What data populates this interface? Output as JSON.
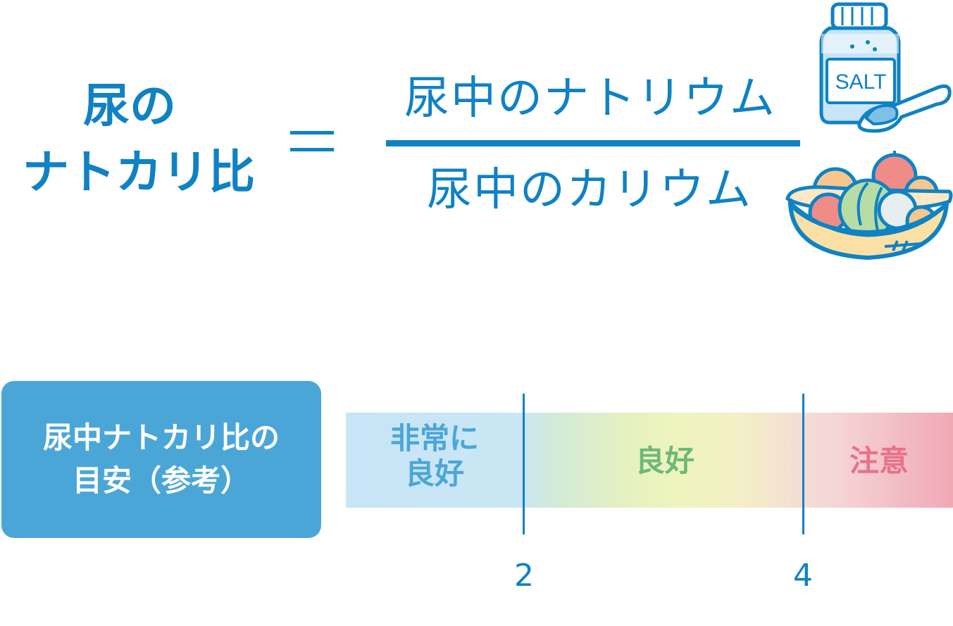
{
  "formula": {
    "lhs_line1": "尿の",
    "lhs_line2": "ナトカリ比",
    "numerator": "尿中のナトリウム",
    "denominator": "尿中のカリウム"
  },
  "salt_label": "SALT",
  "legend": {
    "line1": "尿中ナトカリ比の",
    "line2": "目安（参考）"
  },
  "scale": {
    "zone_very_good_line1": "非常に",
    "zone_very_good_line2": "良好",
    "zone_good": "良好",
    "zone_caution": "注意",
    "tick_2": "2",
    "tick_4": "4"
  },
  "colors": {
    "primary_blue": "#0f82c4",
    "legend_box": "#4ba6d8",
    "very_good": "#4ba6d8",
    "good": "#6db87a",
    "caution": "#e8728a"
  }
}
